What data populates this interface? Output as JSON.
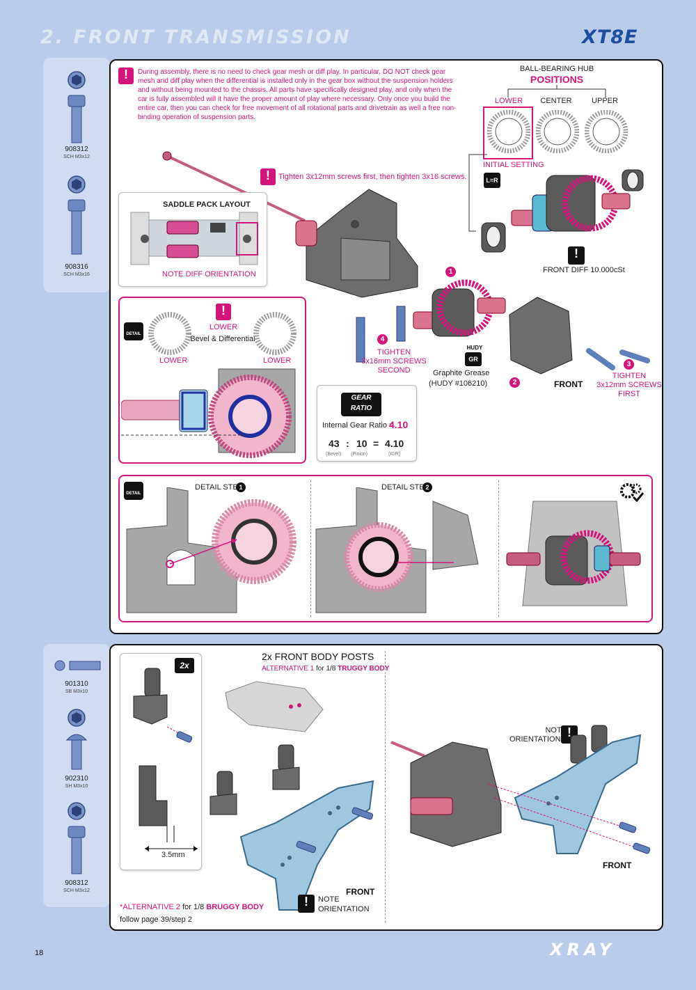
{
  "header": {
    "title": "2. FRONT TRANSMISSION",
    "logo": "XT8E"
  },
  "footer": {
    "page_number": "18",
    "brand": "XRAY"
  },
  "colors": {
    "accent": "#d4147b",
    "panel_bg": "#ffffff",
    "page_bg": "#b9cdea",
    "sidebar_bg": "#cfdcf1",
    "part_blue": "#5f7fb8",
    "part_cyan": "#5ab9cf"
  },
  "step1": {
    "parts": [
      {
        "code": "908312",
        "name": "SCH M3x12"
      },
      {
        "code": "908316",
        "name": "SCH M3x16"
      }
    ],
    "notice": "During assembly, there is no need to check gear mesh or diff play. In particular, DO NOT check gear mesh and diff play when the differential is installed only in the gear box without the suspension holders and without being mounted to the chassis. All parts have specifically designed play, and only when the car is fully assembled will it have the proper amount of play where necessary. Only once you build the entire car, then you can check for free movement of all rotational parts and drivetrain as well a free non-binding operation of suspension parts.",
    "hub": {
      "title": "BALL-BEARING HUB",
      "subtitle": "POSITIONS",
      "positions": [
        "LOWER",
        "CENTER",
        "UPPER"
      ],
      "initial": "INITIAL SETTING",
      "lr_icon": "L=R"
    },
    "tighten_note": "Tighten 3x12mm screws first, then tighten 3x16 screws.",
    "saddle": {
      "title": "SADDLE PACK LAYOUT",
      "note": "NOTE DIFF ORIENTATION"
    },
    "front_diff": "FRONT DIFF 10.000cSt",
    "detail_box": {
      "top_label": "LOWER",
      "top_sub": "Bevel & Differential",
      "left": "LOWER",
      "right": "LOWER",
      "detail_icon": "DETAIL"
    },
    "callouts": {
      "c1": "1",
      "c2": "2",
      "c3": "3",
      "c3_text": [
        "TIGHTEN",
        "3x12mm SCREWS",
        "FIRST"
      ],
      "c4": "4",
      "c4_text": [
        "TIGHTEN",
        "3x16mm SCREWS",
        "SECOND"
      ],
      "hudy": "HUDY",
      "gr": "GR",
      "grease": "Graphite Grease",
      "grease_code": "(HUDY #106210)",
      "front": "FRONT"
    },
    "gear_ratio": {
      "badge_top": "GEAR",
      "badge_bottom": "RATIO",
      "label": "Internal Gear Ratio =",
      "value": "4.10",
      "bevel": "43",
      "colon": ":",
      "pinion": "10",
      "equals": "=",
      "igr": "4.10",
      "bevel_cap": "(Bevel)",
      "pinion_cap": "(Pinion)",
      "igr_cap": "(IGR)"
    },
    "details": {
      "d1": "DETAIL STEP",
      "d1_num": "1",
      "d2": "DETAIL STEP",
      "d2_num": "2",
      "detail_icon": "DETAIL"
    }
  },
  "step2": {
    "parts": [
      {
        "code": "901310",
        "name": "SB M3x10"
      },
      {
        "code": "902310",
        "name": "SH M3x10"
      },
      {
        "code": "908312",
        "name": "SCH M3x12"
      }
    ],
    "title": "2x FRONT BODY POSTS",
    "alt1_prefix": "ALTERNATIVE 1",
    "alt1_mid": " for 1/8 ",
    "alt1_body": "TRUGGY BODY",
    "multiplier": "2x",
    "measure": "3.5mm",
    "note1": [
      "NOTE",
      "ORIENTATION"
    ],
    "note2": [
      "NOTE",
      "ORIENTATION"
    ],
    "front1": "FRONT",
    "front2": "FRONT",
    "alt2_prefix": "*ALTERNATIVE 2",
    "alt2_mid": " for 1/8 ",
    "alt2_body": "BRUGGY BODY",
    "alt2_follow": "follow page 39/step 2"
  }
}
